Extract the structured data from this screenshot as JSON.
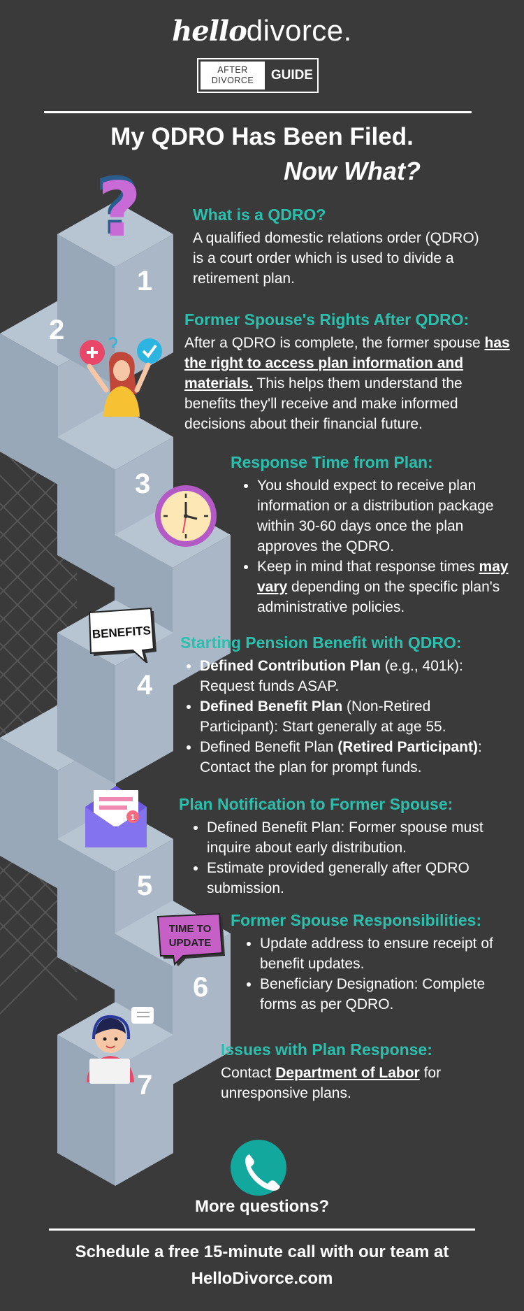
{
  "brand": {
    "hello": "hello",
    "divorce": "divorce."
  },
  "badge": {
    "line1": "AFTER",
    "line2": "DIVORCE",
    "guide": "GUIDE"
  },
  "title": {
    "line1": "My QDRO Has Been Filed.",
    "line2": "Now What?"
  },
  "steps": {
    "1": {
      "num": "1",
      "heading": "What is a QDRO?",
      "body": "A qualified domestic relations order (QDRO) is a court order which is used to divide a retirement plan."
    },
    "2": {
      "num": "2",
      "heading": "Former Spouse's Rights After QDRO:",
      "body_pre": "After a QDRO is complete, the former spouse ",
      "body_link": "has the right to access plan information and materials.",
      "body_post": " This helps them understand the benefits they'll receive and make informed decisions about their financial future."
    },
    "3": {
      "num": "3",
      "heading": "Response Time from Plan:",
      "b1": "You should expect to receive plan information or a distribution package within 30-60 days once the plan approves the QDRO.",
      "b2_pre": "Keep in mind that response times ",
      "b2_link": "may vary",
      "b2_post": " depending on the specific plan's administrative policies."
    },
    "4": {
      "num": "4",
      "heading": "Starting Pension Benefit with QDRO:",
      "b1_bold": "Defined Contribution Plan",
      "b1_rest": " (e.g., 401k): Request funds ASAP.",
      "b2_bold": "Defined Benefit Plan",
      "b2_rest": " (Non-Retired Participant): Start generally at age 55.",
      "b3_pre": "Defined Benefit Plan ",
      "b3_bold": "(Retired Participant)",
      "b3_rest": ": Contact the plan for prompt funds."
    },
    "5": {
      "num": "5",
      "heading": "Plan Notification to Former Spouse:",
      "b1": "Defined Benefit Plan: Former spouse must inquire about early distribution.",
      "b2": "Estimate provided generally after QDRO submission."
    },
    "6": {
      "num": "6",
      "heading": "Former Spouse Responsibilities:",
      "b1": "Update address to ensure receipt of benefit updates.",
      "b2": "Beneficiary Designation: Complete forms as per QDRO."
    },
    "7": {
      "num": "7",
      "heading": "Issues with Plan Response:",
      "pre": "Contact ",
      "link": "Department of Labor",
      "post": " for unresponsive plans."
    }
  },
  "stickers": {
    "benefits": "BENEFITS",
    "time_line1": "TIME TO",
    "time_line2": "UPDATE",
    "notification_count": "1"
  },
  "footer": {
    "more": "More questions?",
    "cta_line1": "Schedule a free 15-minute call with our team at",
    "cta_line2": "HelloDivorce.com"
  },
  "colors": {
    "background": "#3a3a3a",
    "accent": "#2bbfae",
    "cube_top": "#b7c4d2",
    "cube_left": "#98a8b9",
    "cube_right": "#a9b7c6",
    "phone": "#13a89e"
  },
  "icons": [
    "question-mark-icon",
    "woman-decision-icon",
    "clock-icon",
    "benefits-sticker",
    "envelope-icon",
    "time-to-update-sticker",
    "support-agent-icon",
    "phone-icon"
  ]
}
